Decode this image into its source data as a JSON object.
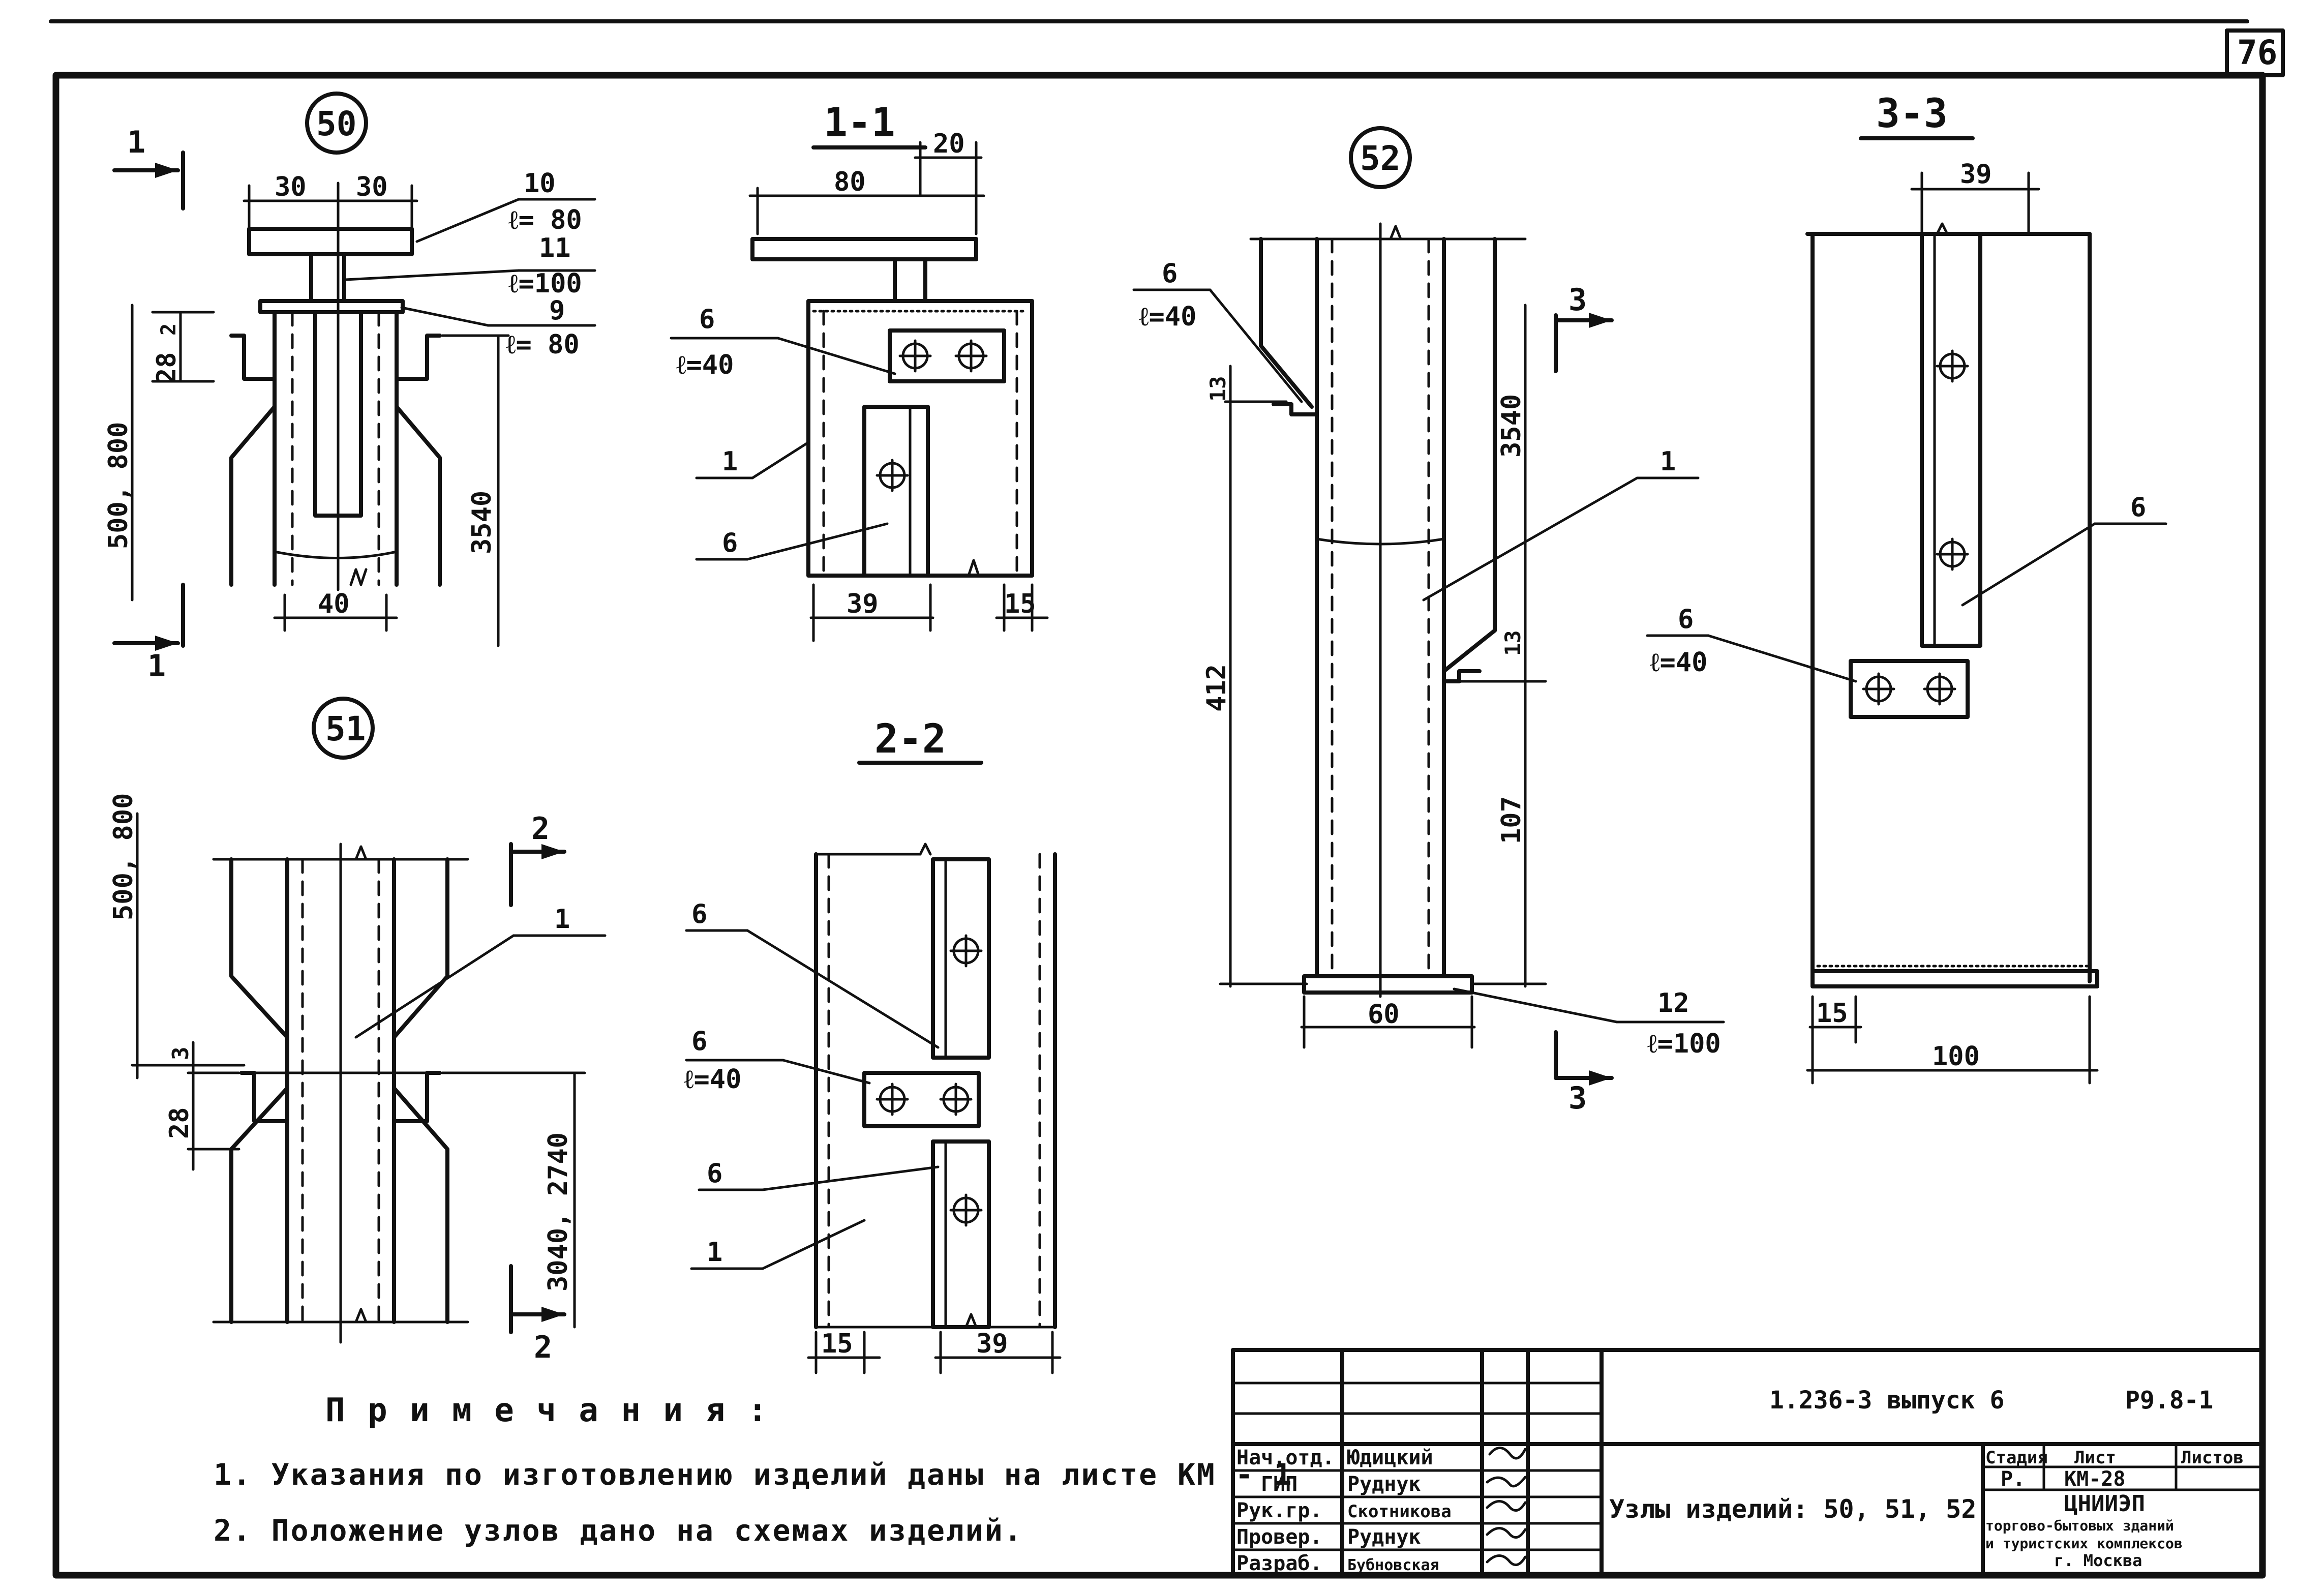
{
  "sheet": {
    "number": "76"
  },
  "nodes": {
    "n50": "50",
    "n51": "51",
    "n52": "52"
  },
  "sections": {
    "s1": "1-1",
    "s2": "2-2",
    "s3": "3-3",
    "m1": "1",
    "m2": "2",
    "m3": "3"
  },
  "node50": {
    "dim_30a": "30",
    "dim_30b": "30",
    "dim_40": "40",
    "dim_28": "28",
    "dim_2": "2",
    "dim_500_800": "500, 800",
    "dim_3540": "3540",
    "pos10": "10",
    "l80a": "ℓ= 80",
    "pos11": "11",
    "l100": "ℓ=100",
    "pos9": "9",
    "l80b": "ℓ= 80"
  },
  "section11": {
    "dim_80": "80",
    "dim_20": "20",
    "dim_39": "39",
    "dim_15": "15",
    "pos6a": "6",
    "l40": "ℓ=40",
    "pos1": "1",
    "pos6b": "6"
  },
  "node51": {
    "dim_500_800": "500, 800",
    "dim_3": "3",
    "dim_28": "28",
    "dim_3040_2740": "3040, 2740",
    "pos1": "1"
  },
  "section22": {
    "pos6a": "6",
    "pos6b": "6",
    "l40": "ℓ=40",
    "pos6c": "6",
    "pos1": "1",
    "dim_15": "15",
    "dim_39": "39"
  },
  "node52": {
    "pos6": "6",
    "l40": "ℓ=40",
    "dim_13a": "13",
    "dim_13b": "13",
    "dim_412": "412",
    "dim_3540": "3540",
    "dim_107": "107",
    "pos1": "1",
    "pos12": "12",
    "l100": "ℓ=100",
    "dim_60": "60"
  },
  "section33": {
    "dim_39": "39",
    "pos6a": "6",
    "pos6b": "6",
    "l40": "ℓ=40",
    "dim_15": "15",
    "dim_100": "100"
  },
  "notes": {
    "title": "П р и м е ч а н и я :",
    "items": [
      "1. Указания по изготовлению изделий даны на листе КМ - 1",
      "2. Положение узлов дано на схемах изделий."
    ]
  },
  "title_block": {
    "code": "1.236-3  выпуск 6",
    "doc": "Р9.8-1",
    "title": "Узлы изделий: 50, 51, 52",
    "roles": [
      "Нач.отд.",
      "ГИП",
      "Рук.гр.",
      "Провер.",
      "Разраб."
    ],
    "names": [
      "Юдицкий",
      "Руднук",
      "Скотникова",
      "Руднук",
      "Бубновская"
    ],
    "stage_label": "Стадия",
    "sheet_label": "Лист",
    "sheets_label": "Листов",
    "stage": "Р.",
    "sheet": "КМ-28",
    "org": "ЦНИИЭП",
    "org_lines": [
      "торгово-бытовых зданий",
      "и туристских комплексов",
      "г. Москва"
    ]
  }
}
